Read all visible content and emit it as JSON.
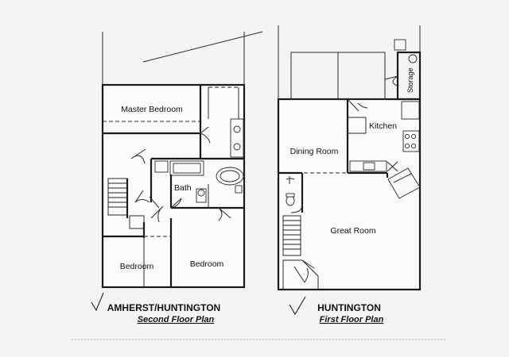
{
  "second_floor": {
    "title": "AMHERST/HUNTINGTON",
    "subtitle": "Second Floor Plan",
    "rooms": {
      "master_bedroom": "Master Bedroom",
      "bath": "Bath",
      "bedroom_left": "Bedroom",
      "bedroom_right": "Bedroom"
    }
  },
  "first_floor": {
    "title": "HUNTINGTON",
    "subtitle": "First Floor Plan",
    "rooms": {
      "storage": "Storage",
      "kitchen": "Kitchen",
      "dining_room": "Dining Room",
      "great_room": "Great Room"
    }
  }
}
